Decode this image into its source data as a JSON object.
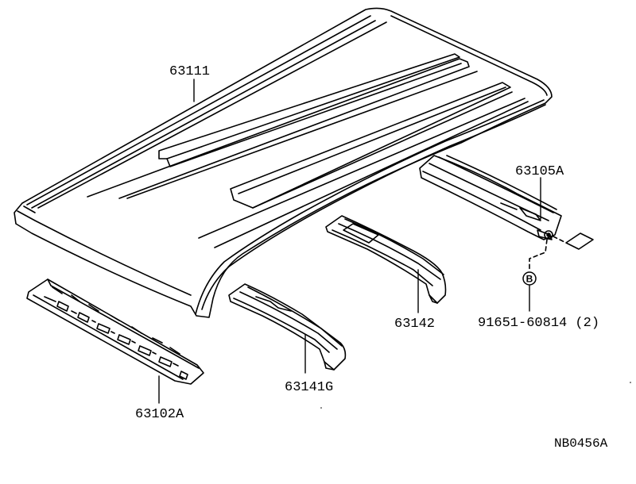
{
  "labels": {
    "roof_panel": "63111",
    "front_header": "63102A",
    "roof_bow_1": "63141G",
    "roof_bow_2": "63142",
    "rear_header": "63105A",
    "clip": "91651-60814 (2)",
    "clip_marker": "B"
  },
  "diagram_ref": "NB0456A"
}
